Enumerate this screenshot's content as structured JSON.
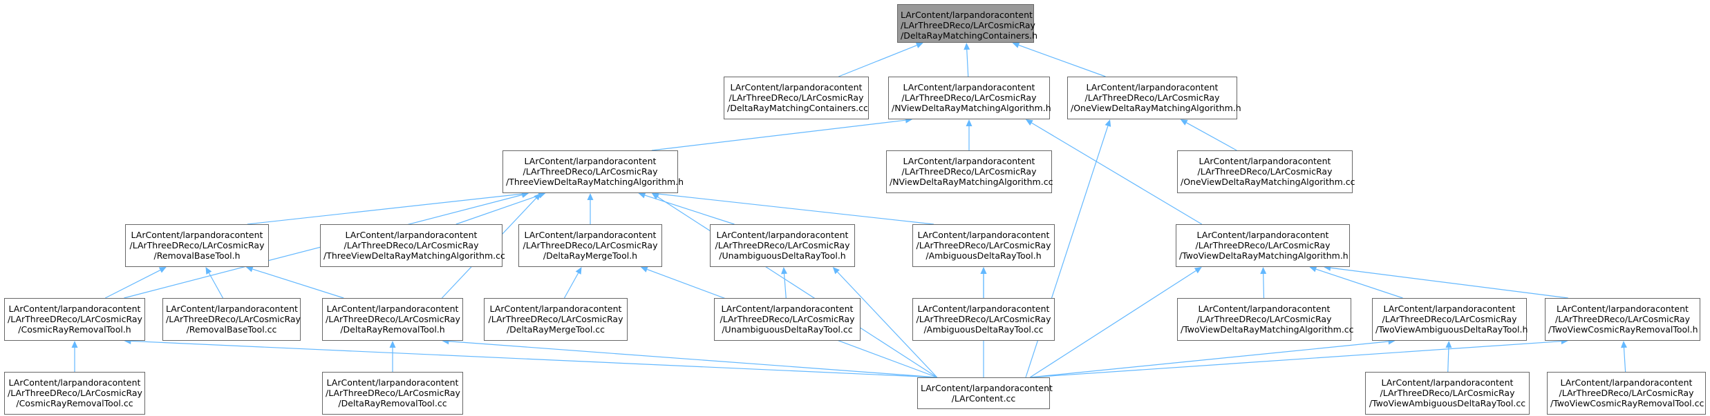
{
  "colors": {
    "edge": "#63b8ff",
    "node_border": "#666666",
    "root_fill": "#999999"
  },
  "nodes": {
    "root": {
      "l1": "LArContent/larpandoracontent",
      "l2": "/LArThreeDReco/LArCosmicRay",
      "l3": "/DeltaRayMatchingContainers.h"
    },
    "dr_cc": {
      "l1": "LArContent/larpandoracontent",
      "l2": "/LArThreeDReco/LArCosmicRay",
      "l3": "/DeltaRayMatchingContainers.cc"
    },
    "nview_h": {
      "l1": "LArContent/larpandoracontent",
      "l2": "/LArThreeDReco/LArCosmicRay",
      "l3": "/NViewDeltaRayMatchingAlgorithm.h"
    },
    "oneview_h": {
      "l1": "LArContent/larpandoracontent",
      "l2": "/LArThreeDReco/LArCosmicRay",
      "l3": "/OneViewDeltaRayMatchingAlgorithm.h"
    },
    "three_h": {
      "l1": "LArContent/larpandoracontent",
      "l2": "/LArThreeDReco/LArCosmicRay",
      "l3": "/ThreeViewDeltaRayMatchingAlgorithm.h"
    },
    "nview_cc": {
      "l1": "LArContent/larpandoracontent",
      "l2": "/LArThreeDReco/LArCosmicRay",
      "l3": "/NViewDeltaRayMatchingAlgorithm.cc"
    },
    "oneview_cc": {
      "l1": "LArContent/larpandoracontent",
      "l2": "/LArThreeDReco/LArCosmicRay",
      "l3": "/OneViewDeltaRayMatchingAlgorithm.cc"
    },
    "rbase_h": {
      "l1": "LArContent/larpandoracontent",
      "l2": "/LArThreeDReco/LArCosmicRay",
      "l3": "/RemovalBaseTool.h"
    },
    "three_cc": {
      "l1": "LArContent/larpandoracontent",
      "l2": "/LArThreeDReco/LArCosmicRay",
      "l3": "/ThreeViewDeltaRayMatchingAlgorithm.cc"
    },
    "merge_h": {
      "l1": "LArContent/larpandoracontent",
      "l2": "/LArThreeDReco/LArCosmicRay",
      "l3": "/DeltaRayMergeTool.h"
    },
    "unamb_h": {
      "l1": "LArContent/larpandoracontent",
      "l2": "/LArThreeDReco/LArCosmicRay",
      "l3": "/UnambiguousDeltaRayTool.h"
    },
    "amb_h": {
      "l1": "LArContent/larpandoracontent",
      "l2": "/LArThreeDReco/LArCosmicRay",
      "l3": "/AmbiguousDeltaRayTool.h"
    },
    "two_h": {
      "l1": "LArContent/larpandoracontent",
      "l2": "/LArThreeDReco/LArCosmicRay",
      "l3": "/TwoViewDeltaRayMatchingAlgorithm.h"
    },
    "cosrem_h": {
      "l1": "LArContent/larpandoracontent",
      "l2": "/LArThreeDReco/LArCosmicRay",
      "l3": "/CosmicRayRemovalTool.h"
    },
    "rbase_cc": {
      "l1": "LArContent/larpandoracontent",
      "l2": "/LArThreeDReco/LArCosmicRay",
      "l3": "/RemovalBaseTool.cc"
    },
    "drrem_h": {
      "l1": "LArContent/larpandoracontent",
      "l2": "/LArThreeDReco/LArCosmicRay",
      "l3": "/DeltaRayRemovalTool.h"
    },
    "merge_cc": {
      "l1": "LArContent/larpandoracontent",
      "l2": "/LArThreeDReco/LArCosmicRay",
      "l3": "/DeltaRayMergeTool.cc"
    },
    "unamb_cc": {
      "l1": "LArContent/larpandoracontent",
      "l2": "/LArThreeDReco/LArCosmicRay",
      "l3": "/UnambiguousDeltaRayTool.cc"
    },
    "amb_cc": {
      "l1": "LArContent/larpandoracontent",
      "l2": "/LArThreeDReco/LArCosmicRay",
      "l3": "/AmbiguousDeltaRayTool.cc"
    },
    "two_cc": {
      "l1": "LArContent/larpandoracontent",
      "l2": "/LArThreeDReco/LArCosmicRay",
      "l3": "/TwoViewDeltaRayMatchingAlgorithm.cc"
    },
    "twoamb_h": {
      "l1": "LArContent/larpandoracontent",
      "l2": "/LArThreeDReco/LArCosmicRay",
      "l3": "/TwoViewAmbiguousDeltaRayTool.h"
    },
    "twocos_h": {
      "l1": "LArContent/larpandoracontent",
      "l2": "/LArThreeDReco/LArCosmicRay",
      "l3": "/TwoViewCosmicRayRemovalTool.h"
    },
    "cosrem_cc": {
      "l1": "LArContent/larpandoracontent",
      "l2": "/LArThreeDReco/LArCosmicRay",
      "l3": "/CosmicRayRemovalTool.cc"
    },
    "drrem_cc": {
      "l1": "LArContent/larpandoracontent",
      "l2": "/LArThreeDReco/LArCosmicRay",
      "l3": "/DeltaRayRemovalTool.cc"
    },
    "larcontent_cc": {
      "l1": "LArContent/larpandoracontent",
      "l2": "/LArContent.cc",
      "l3": ""
    },
    "twoamb_cc": {
      "l1": "LArContent/larpandoracontent",
      "l2": "/LArThreeDReco/LArCosmicRay",
      "l3": "/TwoViewAmbiguousDeltaRayTool.cc"
    },
    "twocos_cc": {
      "l1": "LArContent/larpandoracontent",
      "l2": "/LArThreeDReco/LArCosmicRay",
      "l3": "/TwoViewCosmicRayRemovalTool.cc"
    }
  },
  "edges": [
    [
      "dr_cc",
      "root"
    ],
    [
      "nview_h",
      "root"
    ],
    [
      "oneview_h",
      "root"
    ],
    [
      "three_h",
      "nview_h"
    ],
    [
      "nview_cc",
      "nview_h"
    ],
    [
      "two_h",
      "nview_h"
    ],
    [
      "oneview_cc",
      "oneview_h"
    ],
    [
      "larcontent_cc",
      "oneview_h"
    ],
    [
      "rbase_h",
      "three_h"
    ],
    [
      "three_cc",
      "three_h"
    ],
    [
      "merge_h",
      "three_h"
    ],
    [
      "unamb_h",
      "three_h"
    ],
    [
      "amb_h",
      "three_h"
    ],
    [
      "cosrem_h",
      "three_h"
    ],
    [
      "drrem_h",
      "three_h"
    ],
    [
      "larcontent_cc",
      "three_h"
    ],
    [
      "cosrem_h",
      "rbase_h"
    ],
    [
      "rbase_cc",
      "rbase_h"
    ],
    [
      "drrem_h",
      "rbase_h"
    ],
    [
      "merge_cc",
      "merge_h"
    ],
    [
      "larcontent_cc",
      "merge_h"
    ],
    [
      "unamb_cc",
      "unamb_h"
    ],
    [
      "larcontent_cc",
      "unamb_h"
    ],
    [
      "amb_cc",
      "amb_h"
    ],
    [
      "larcontent_cc",
      "amb_h"
    ],
    [
      "larcontent_cc",
      "two_h"
    ],
    [
      "two_cc",
      "two_h"
    ],
    [
      "twoamb_h",
      "two_h"
    ],
    [
      "twocos_h",
      "two_h"
    ],
    [
      "cosrem_cc",
      "cosrem_h"
    ],
    [
      "larcontent_cc",
      "cosrem_h"
    ],
    [
      "drrem_cc",
      "drrem_h"
    ],
    [
      "larcontent_cc",
      "drrem_h"
    ],
    [
      "larcontent_cc",
      "twoamb_h"
    ],
    [
      "twoamb_cc",
      "twoamb_h"
    ],
    [
      "larcontent_cc",
      "twocos_h"
    ],
    [
      "twocos_cc",
      "twocos_h"
    ]
  ]
}
